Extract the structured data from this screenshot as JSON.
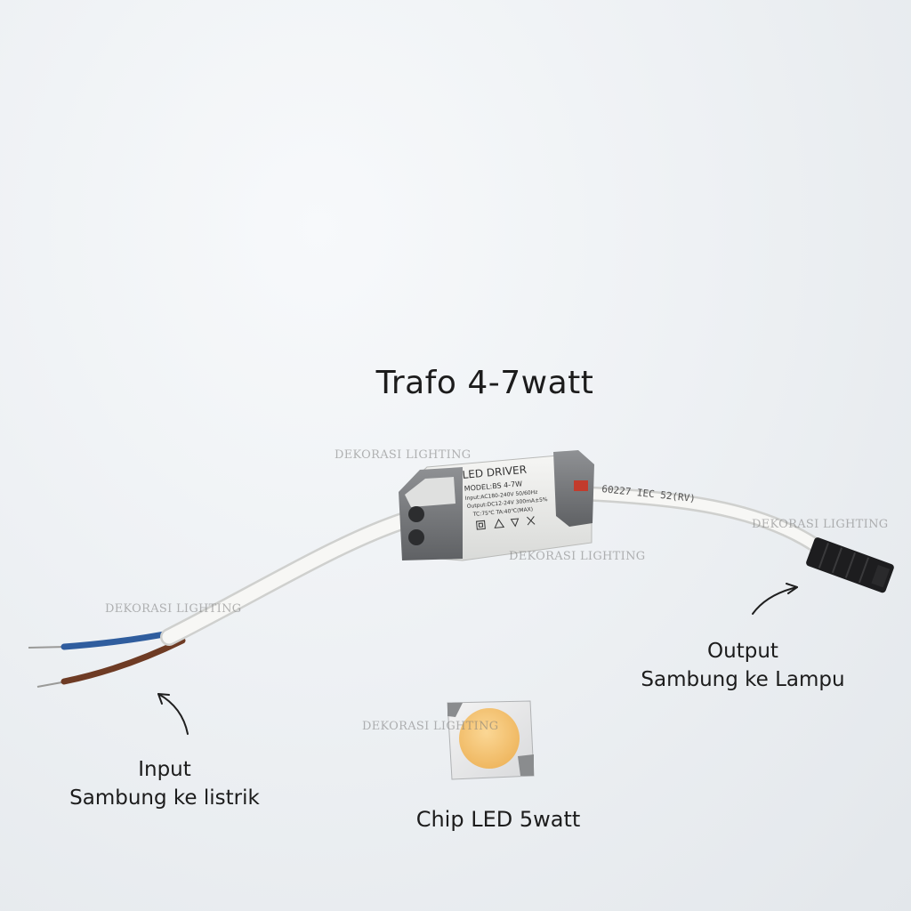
{
  "title": "Trafo 4-7watt",
  "annotations": {
    "input": {
      "line1": "Input",
      "line2": "Sambung ke listrik"
    },
    "output": {
      "line1": "Output",
      "line2": "Sambung ke Lampu"
    },
    "chip": "Chip LED 5watt"
  },
  "driver_label": {
    "heading": "LED DRIVER",
    "model": "MODEL:BS 4-7W",
    "input": "Input:AC180-240V 50/60Hz",
    "output": "Output:DC12-24V 300mA±5%",
    "temp": "TC:75℃  TA:40℃(MAX)"
  },
  "cable_print": "60227 IEC 52(RV)",
  "watermark": "DEKORASI LIGHTING",
  "colors": {
    "background": "#eef1f4",
    "cable": "#f4f4f2",
    "driver_body": "#e8e8e6",
    "driver_caps": "#7d7f82",
    "wire_blue": "#2f5d9e",
    "wire_brown": "#6e3b24",
    "connector": "#1d1d1f",
    "led_phosphor": "#f6c777"
  }
}
